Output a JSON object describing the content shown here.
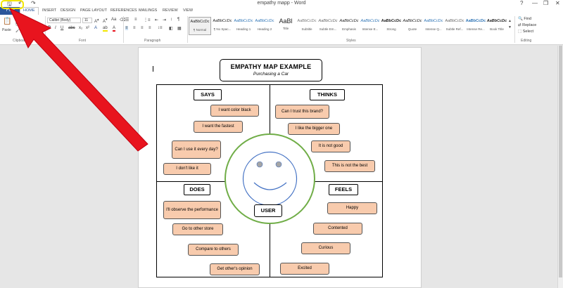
{
  "window": {
    "title": "empathy mapp - Word",
    "help": "?",
    "minimize": "—",
    "restore": "❐",
    "close": "✕"
  },
  "qat": {
    "save_glyph": "🖫",
    "undo": "↶",
    "redo": "↷"
  },
  "tabs": {
    "file": "FILE",
    "items": [
      "HOME",
      "INSERT",
      "DESIGN",
      "PAGE LAYOUT",
      "REFERENCES",
      "MAILINGS",
      "REVIEW",
      "VIEW"
    ]
  },
  "ribbon": {
    "clipboard": {
      "paste": "Paste",
      "cut": "Cut",
      "copy": "Copy",
      "format": "Format",
      "label": "Clipboard"
    },
    "font": {
      "name": "Calibri (Body)",
      "size": "11",
      "label": "Font"
    },
    "paragraph": {
      "label": "Paragraph"
    },
    "styles": {
      "label": "Styles",
      "items": [
        {
          "sample": "AaBbCcDc",
          "name": "¶ Normal"
        },
        {
          "sample": "AaBbCcDc",
          "name": "¶ No Spac..."
        },
        {
          "sample": "AaBbCcDc",
          "name": "Heading 1"
        },
        {
          "sample": "AaBbCcDc",
          "name": "Heading 2"
        },
        {
          "sample": "AaBl",
          "name": "Title"
        },
        {
          "sample": "AaBbCcDc",
          "name": "Subtitle"
        },
        {
          "sample": "AaBbCcDc",
          "name": "Subtle Em..."
        },
        {
          "sample": "AaBbCcDc",
          "name": "Emphasis"
        },
        {
          "sample": "AaBbCcDc",
          "name": "Intense E..."
        },
        {
          "sample": "AaBbCcDc",
          "name": "Strong"
        },
        {
          "sample": "AaBbCcDc",
          "name": "Quote"
        },
        {
          "sample": "AaBbCcDc",
          "name": "Intense Q..."
        },
        {
          "sample": "AaBbCcDc",
          "name": "Subtle Ref..."
        },
        {
          "sample": "AaBbCcDc",
          "name": "Intense Re..."
        },
        {
          "sample": "AaBbCcDc",
          "name": "Book Title"
        }
      ]
    },
    "editing": {
      "find": "Find",
      "replace": "Replace",
      "select": "Select",
      "label": "Editing"
    }
  },
  "doc": {
    "title": "EMPATHY MAP EXAMPLE",
    "subtitle": "Purchasing a Car",
    "quadrants": {
      "says": "SAYS",
      "thinks": "THINKS",
      "does": "DOES",
      "feels": "FEELS"
    },
    "center": "USER",
    "says": [
      "I want color black",
      "I want the fastest",
      "Can I use it every day?",
      "I don't like it"
    ],
    "thinks": [
      "Can I trust this brand?",
      "I like the bigger one",
      "It is not good",
      "This is not the best"
    ],
    "does": [
      "I'll observe the performance",
      "Go to other store",
      "Compare to others",
      "Get other's opinion"
    ],
    "feels": [
      "Happy",
      "Contented",
      "Curious",
      "Excited"
    ]
  },
  "colors": {
    "note_fill": "#f8cbad",
    "face_ring": "#70ad47",
    "face_lines": "#4472c4",
    "eyes": "#a5a5a5",
    "arrow": "#e8141e",
    "highlight": "#f2e600",
    "accent": "#2b579a"
  }
}
